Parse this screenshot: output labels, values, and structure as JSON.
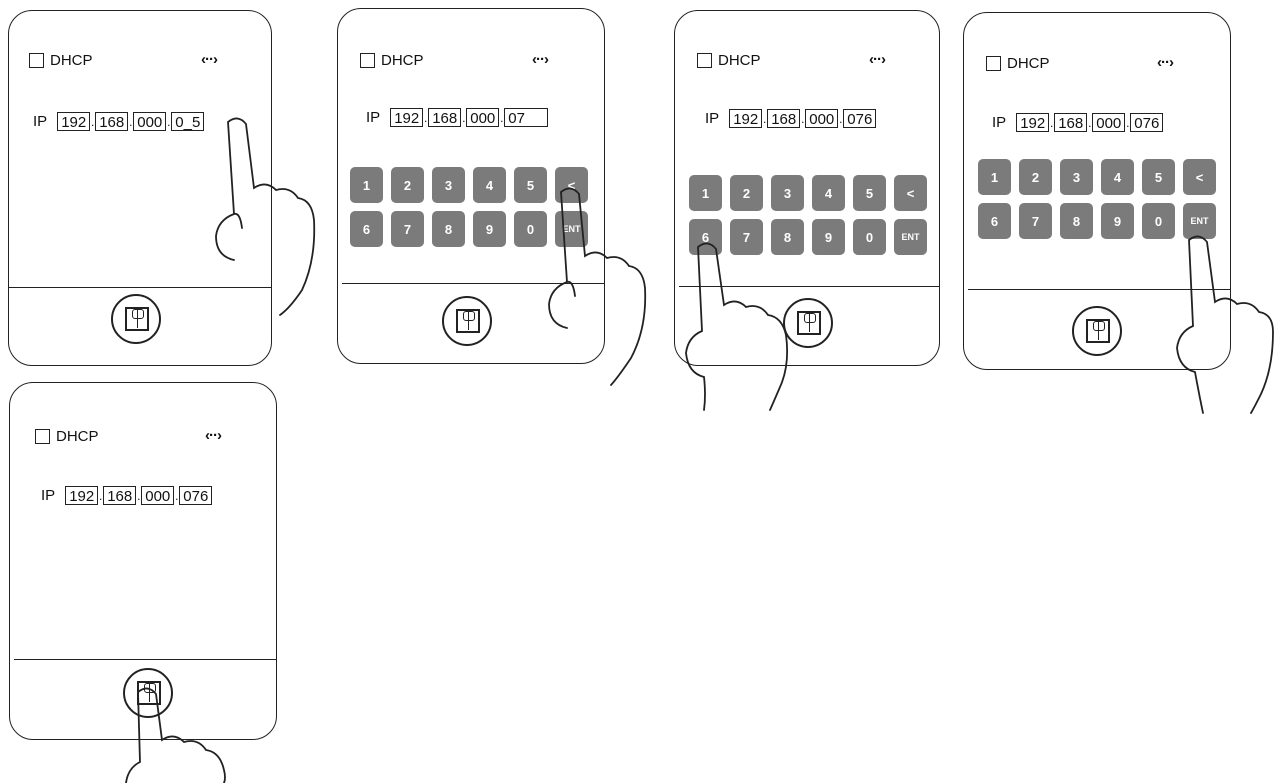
{
  "steps": [
    {
      "dhcp_label": "DHCP",
      "ip_label": "IP",
      "octets": [
        "192",
        "168",
        "000",
        "0_5"
      ],
      "keys_row1": [],
      "keys_row2": []
    },
    {
      "dhcp_label": "DHCP",
      "ip_label": "IP",
      "octets": [
        "192",
        "168",
        "000",
        "07"
      ],
      "keys_row1": [
        "1",
        "2",
        "3",
        "4",
        "5",
        "<"
      ],
      "keys_row2": [
        "6",
        "7",
        "8",
        "9",
        "0",
        "ENT"
      ]
    },
    {
      "dhcp_label": "DHCP",
      "ip_label": "IP",
      "octets": [
        "192",
        "168",
        "000",
        "076"
      ],
      "keys_row1": [
        "1",
        "2",
        "3",
        "4",
        "5",
        "<"
      ],
      "keys_row2": [
        "6",
        "7",
        "8",
        "9",
        "0",
        "ENT"
      ]
    },
    {
      "dhcp_label": "DHCP",
      "ip_label": "IP",
      "octets": [
        "192",
        "168",
        "000",
        "076"
      ],
      "keys_row1": [
        "1",
        "2",
        "3",
        "4",
        "5",
        "<"
      ],
      "keys_row2": [
        "6",
        "7",
        "8",
        "9",
        "0",
        "ENT"
      ]
    },
    {
      "dhcp_label": "DHCP",
      "ip_label": "IP",
      "octets": [
        "192",
        "168",
        "000",
        "076"
      ],
      "keys_row1": [],
      "keys_row2": []
    }
  ],
  "icons": {
    "network": "network-arrows-icon",
    "home": "home-menu-icon",
    "hand": "pointing-hand-icon"
  },
  "colors": {
    "key_bg": "#7b7b7b",
    "key_text": "#ffffff",
    "border": "#222222",
    "background": "#ffffff"
  }
}
